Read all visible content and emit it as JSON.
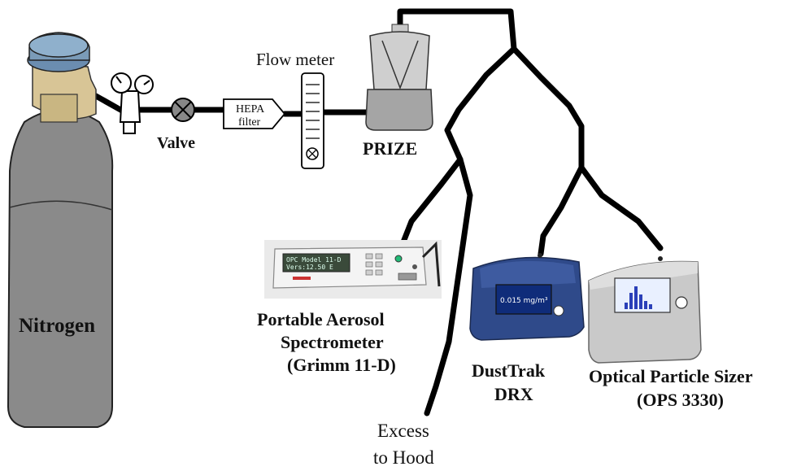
{
  "labels": {
    "nitrogen": "Nitrogen",
    "valve": "Valve",
    "hepa_line1": "HEPA",
    "hepa_line2": "filter",
    "flow_meter": "Flow meter",
    "prize": "PRIZE",
    "pas_line1": "Portable Aerosol",
    "pas_line2": "Spectrometer",
    "pas_line3": "(Grimm 11-D)",
    "dusttrak_line1": "DustTrak",
    "dusttrak_line2": "DRX",
    "ops_line1": "Optical Particle Sizer",
    "ops_line2": "(OPS 3330)",
    "excess_line1": "Excess",
    "excess_line2": "to Hood"
  },
  "device_screens": {
    "grimm_line1": "OPC Model 11-D",
    "grimm_line2": "Vers:12.50 E",
    "dusttrak_reading": "0.015 mg/m³"
  },
  "colors": {
    "tube": "#000000",
    "cylinder": "#8a8a8a",
    "cylinder_cap": "#7a9bb8",
    "brass": "#d8c596",
    "prize_body": "#a5a5a5",
    "dusttrak_body": "#2f4a8a",
    "ops_body": "#c9c9c9"
  }
}
